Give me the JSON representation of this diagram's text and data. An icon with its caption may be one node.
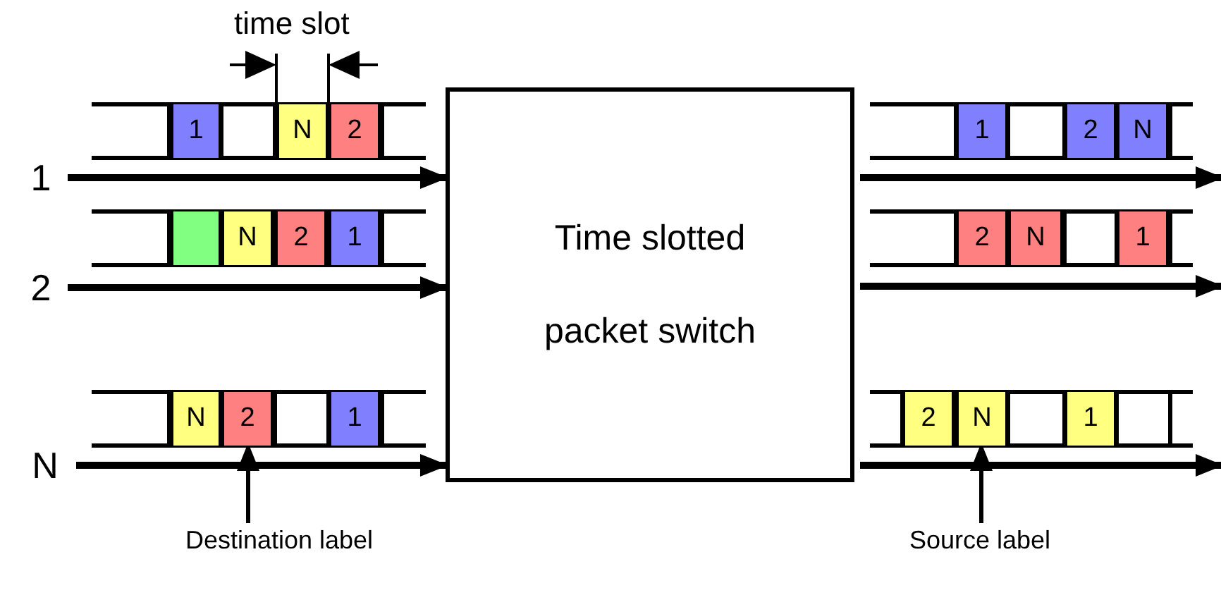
{
  "diagram": {
    "nodes": [
      {
        "text": [
          "Time slotted packet switch"
        ]
      },
      {
        "text": [
          "1"
        ]
      },
      {
        "text": [
          "2"
        ]
      },
      {
        "text": [
          "N"
        ]
      },
      {
        "text": [
          "1"
        ]
      },
      {
        "text": [
          "N"
        ]
      },
      {
        "text": [
          "2"
        ]
      },
      {
        "text": [],
        "shape": "box"
      },
      {
        "text": [
          "N"
        ]
      },
      {
        "text": [
          "2"
        ]
      },
      {
        "text": [
          "1"
        ]
      },
      {
        "text": [
          "N"
        ]
      },
      {
        "text": [
          "2"
        ]
      },
      {
        "text": [
          "1"
        ]
      },
      {
        "text": [
          "1"
        ]
      },
      {
        "text": [
          "2"
        ]
      },
      {
        "text": [
          "N"
        ]
      },
      {
        "text": [
          "2"
        ]
      },
      {
        "text": [
          "N"
        ]
      },
      {
        "text": [
          "1"
        ]
      },
      {
        "text": [
          "2"
        ]
      },
      {
        "text": [
          "N"
        ]
      },
      {
        "text": [
          "1"
        ]
      },
      {
        "text": [
          "Destination label"
        ]
      },
      {
        "text": [
          "Source label"
        ]
      }
    ],
    "edges": [
      {
        "from": 1,
        "to": 0,
        "arrow": "to"
      },
      {
        "from": 2,
        "to": 0,
        "arrow": "to"
      },
      {
        "from": 3,
        "to": 0,
        "arrow": "to"
      },
      {
        "from": 0,
        "to": null,
        "arrow": "to"
      },
      {
        "from": 0,
        "to": null,
        "arrow": "to"
      },
      {
        "from": 0,
        "to": null,
        "arrow": "to"
      },
      {
        "from": 23,
        "to": 12,
        "arrow": "to"
      },
      {
        "from": 24,
        "to": 21,
        "arrow": "to"
      }
    ],
    "labels": [
      "time slot"
    ]
  }
}
